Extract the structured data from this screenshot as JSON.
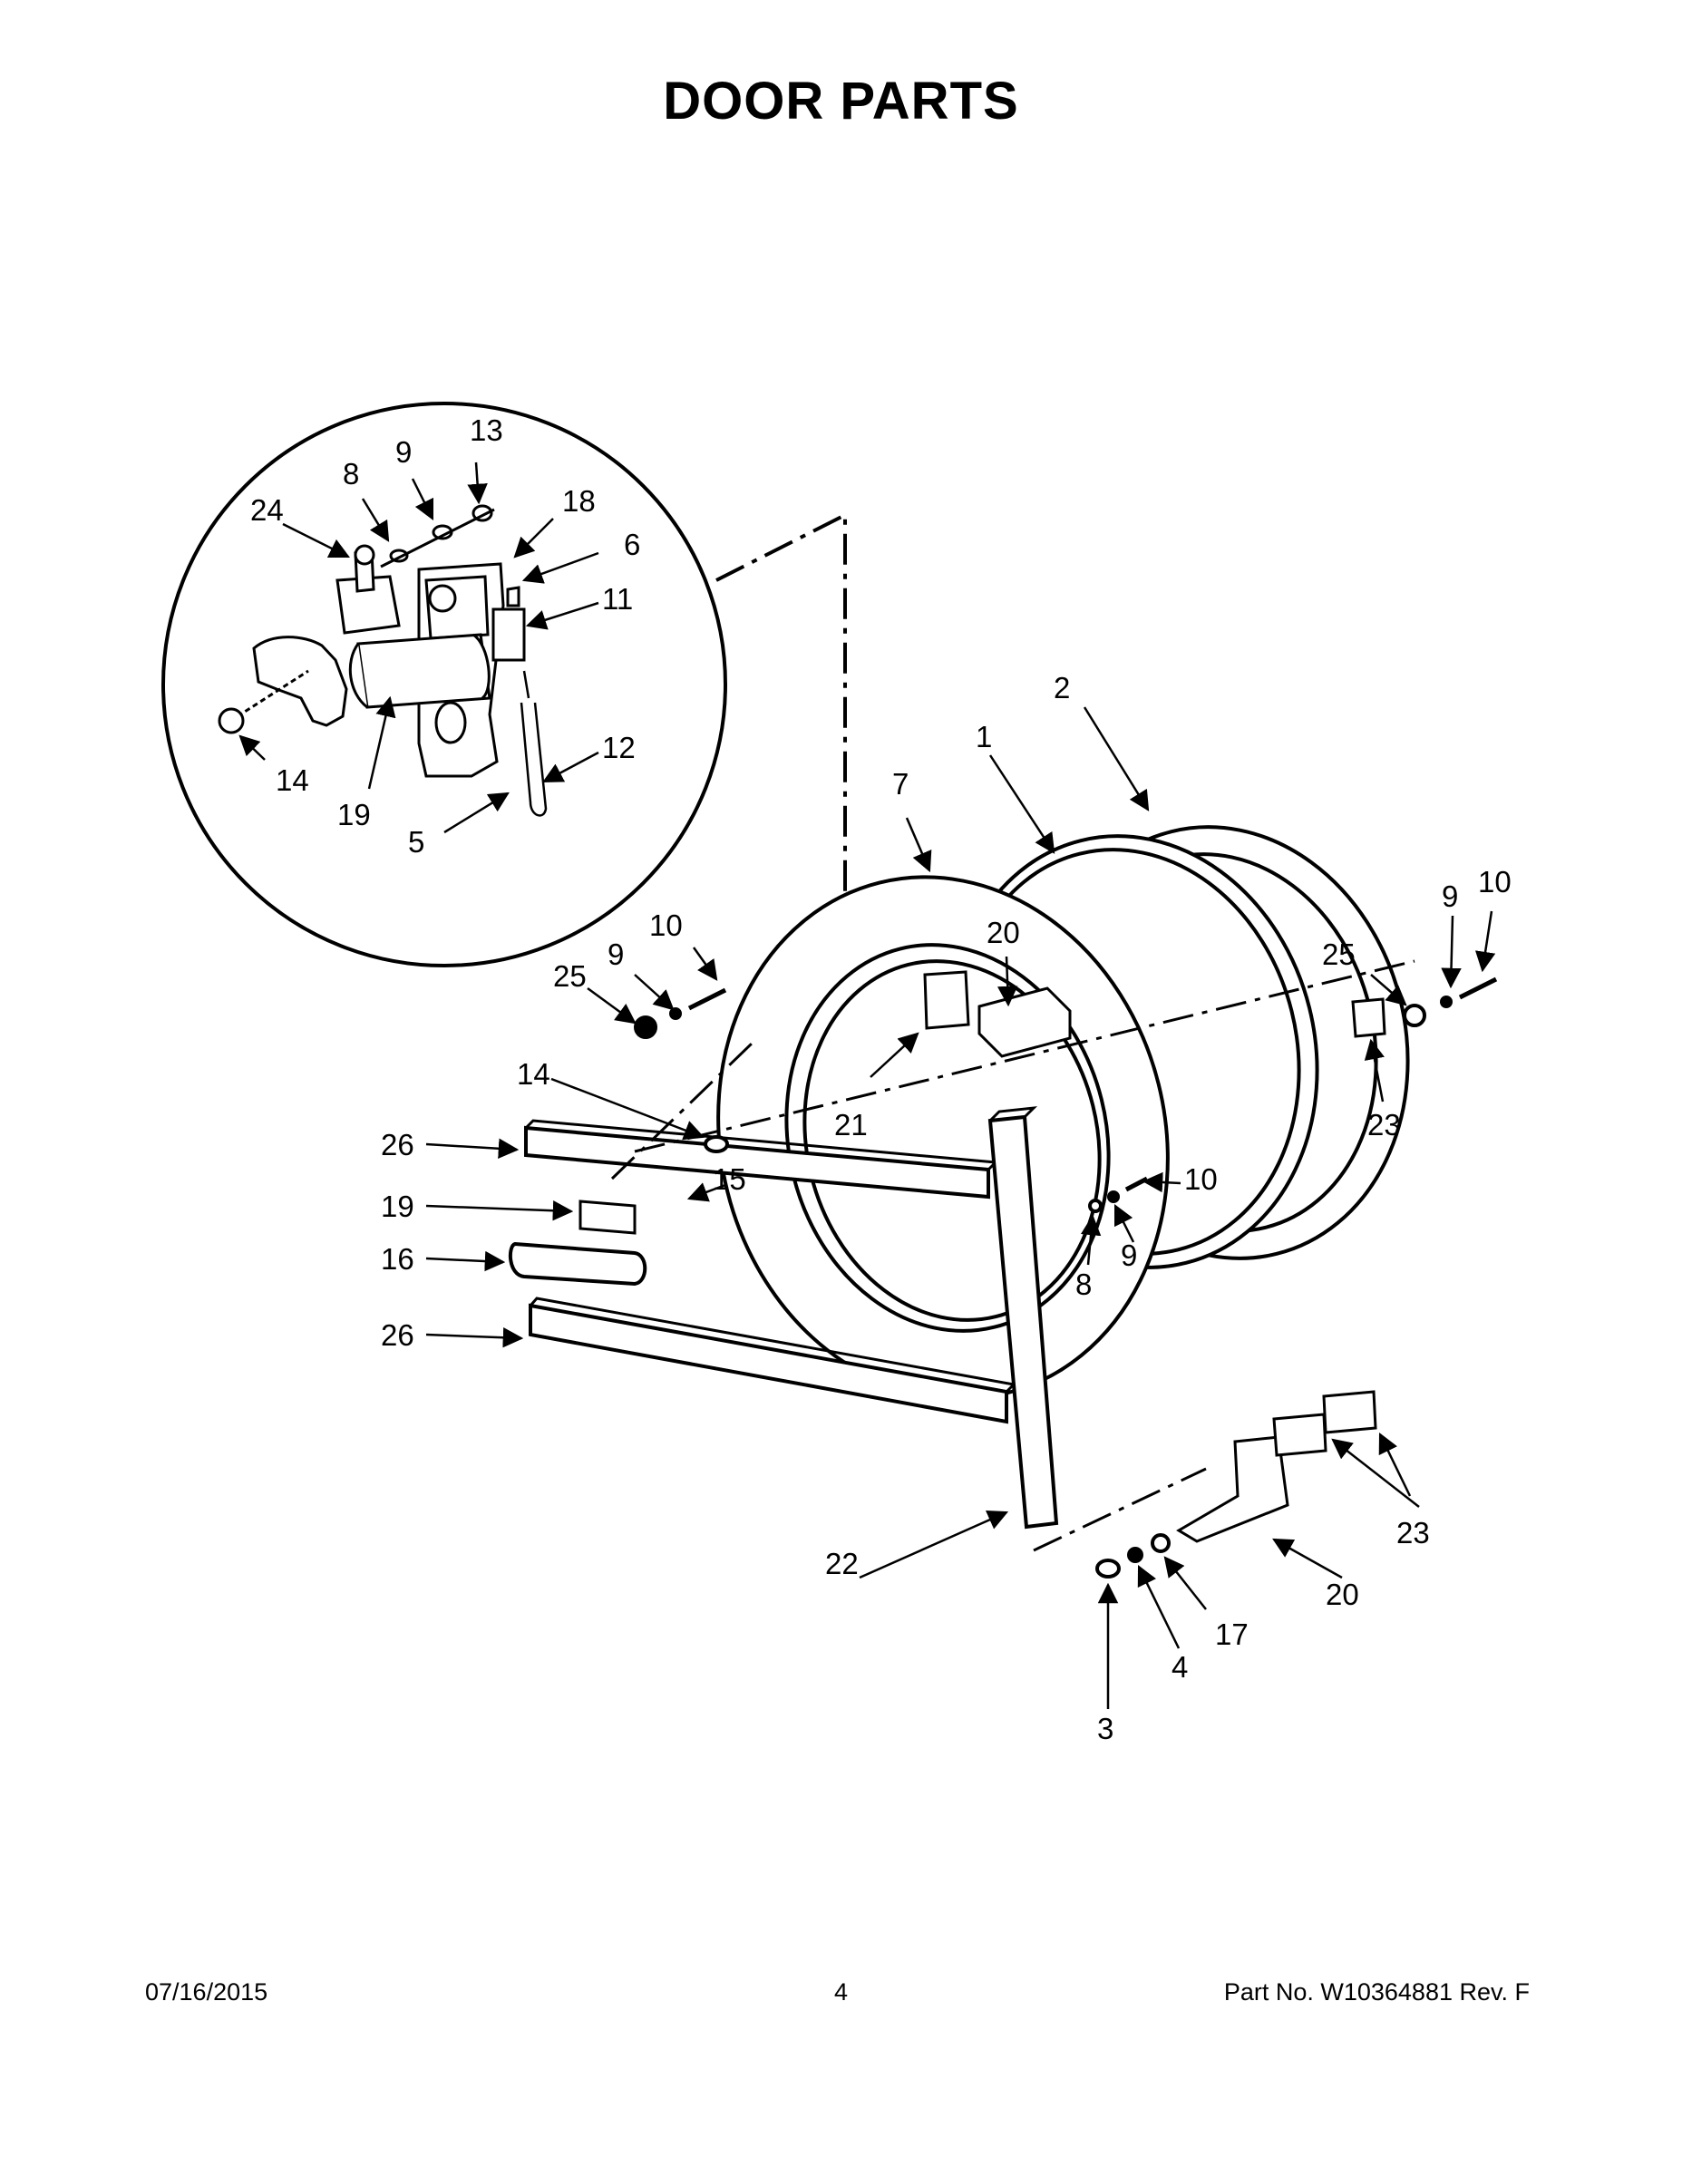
{
  "title": "DOOR PARTS",
  "callouts": [
    {
      "id": "c13a",
      "label": "13"
    },
    {
      "id": "c9a",
      "label": "9"
    },
    {
      "id": "c8a",
      "label": "8"
    },
    {
      "id": "c24",
      "label": "24"
    },
    {
      "id": "c18",
      "label": "18"
    },
    {
      "id": "c6",
      "label": "6"
    },
    {
      "id": "c11",
      "label": "11"
    },
    {
      "id": "c12",
      "label": "12"
    },
    {
      "id": "c14a",
      "label": "14"
    },
    {
      "id": "c19a",
      "label": "19"
    },
    {
      "id": "c5",
      "label": "5"
    },
    {
      "id": "c2",
      "label": "2"
    },
    {
      "id": "c1",
      "label": "1"
    },
    {
      "id": "c7",
      "label": "7"
    },
    {
      "id": "c20a",
      "label": "20"
    },
    {
      "id": "c10a",
      "label": "10"
    },
    {
      "id": "c9b",
      "label": "9"
    },
    {
      "id": "c25a",
      "label": "25"
    },
    {
      "id": "c9c",
      "label": "9"
    },
    {
      "id": "c10b",
      "label": "10"
    },
    {
      "id": "c25b",
      "label": "25"
    },
    {
      "id": "c21",
      "label": "21"
    },
    {
      "id": "c23a",
      "label": "23"
    },
    {
      "id": "c14b",
      "label": "14"
    },
    {
      "id": "c26a",
      "label": "26"
    },
    {
      "id": "c15",
      "label": "15"
    },
    {
      "id": "c10c",
      "label": "10"
    },
    {
      "id": "c19b",
      "label": "19"
    },
    {
      "id": "c16",
      "label": "16"
    },
    {
      "id": "c8b",
      "label": "8"
    },
    {
      "id": "c9d",
      "label": "9"
    },
    {
      "id": "c26b",
      "label": "26"
    },
    {
      "id": "c23b",
      "label": "23"
    },
    {
      "id": "c22",
      "label": "22"
    },
    {
      "id": "c20b",
      "label": "20"
    },
    {
      "id": "c17",
      "label": "17"
    },
    {
      "id": "c4",
      "label": "4"
    },
    {
      "id": "c3",
      "label": "3"
    }
  ],
  "footer": {
    "date": "07/16/2015",
    "page": "4",
    "part_number": "Part No.  W10364881  Rev.  F"
  }
}
